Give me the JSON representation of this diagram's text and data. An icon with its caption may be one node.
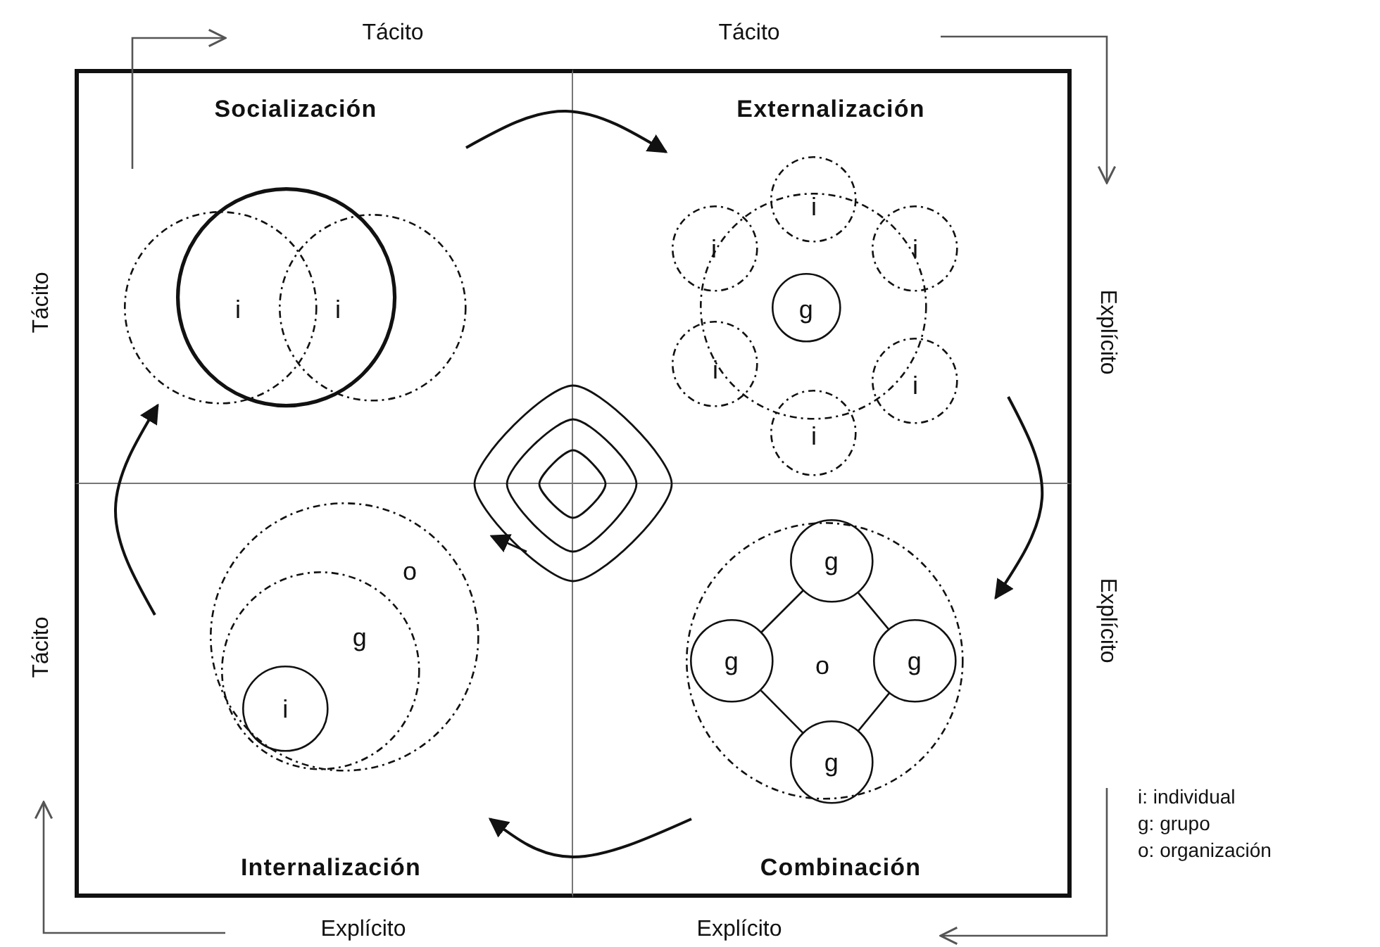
{
  "diagram": {
    "nodes": [
      {
        "text": [
          "Socialización"
        ]
      },
      {
        "text": [
          "Externalización"
        ]
      },
      {
        "text": [
          "Internalización"
        ]
      },
      {
        "text": [
          "Combinación"
        ]
      },
      {
        "text": [
          "i"
        ],
        "in": 0
      },
      {
        "text": [],
        "shape": "circle",
        "in": 0
      },
      {
        "text": [
          "i"
        ],
        "in": 0
      },
      {
        "text": [],
        "shape": "circle",
        "in": 1
      },
      {
        "text": [
          "i"
        ],
        "in": 1
      },
      {
        "text": [
          "i"
        ],
        "in": 1
      },
      {
        "text": [
          "i"
        ],
        "in": 1
      },
      {
        "text": [
          "g"
        ],
        "in": 7
      },
      {
        "text": [
          "i"
        ],
        "in": 1
      },
      {
        "text": [
          "i"
        ],
        "in": 1
      },
      {
        "text": [
          "i"
        ],
        "in": 1
      },
      {
        "text": [
          "o"
        ],
        "in": 2
      },
      {
        "text": [
          "g"
        ],
        "in": 15
      },
      {
        "text": [
          "i"
        ],
        "in": 16
      },
      {
        "text": [
          "o"
        ],
        "in": 3
      },
      {
        "text": [
          "g"
        ],
        "in": 18
      },
      {
        "text": [
          "g"
        ],
        "in": 18
      },
      {
        "text": [
          "g"
        ],
        "in": 18
      },
      {
        "text": [
          "g"
        ],
        "in": 18
      }
    ],
    "edges": [
      {
        "from": 19,
        "to": 20,
        "arrow": "none"
      },
      {
        "from": 19,
        "to": 21,
        "arrow": "none"
      },
      {
        "from": 20,
        "to": 22,
        "arrow": "none"
      },
      {
        "from": 21,
        "to": 22,
        "arrow": "none"
      }
    ],
    "labels": [
      "Tácito",
      "Tácito",
      "Tácito",
      "Explícito",
      "Explícito",
      "Tácito",
      "i: individual",
      "g: grupo",
      "o: organización",
      "Explícito",
      "Explícito"
    ]
  }
}
